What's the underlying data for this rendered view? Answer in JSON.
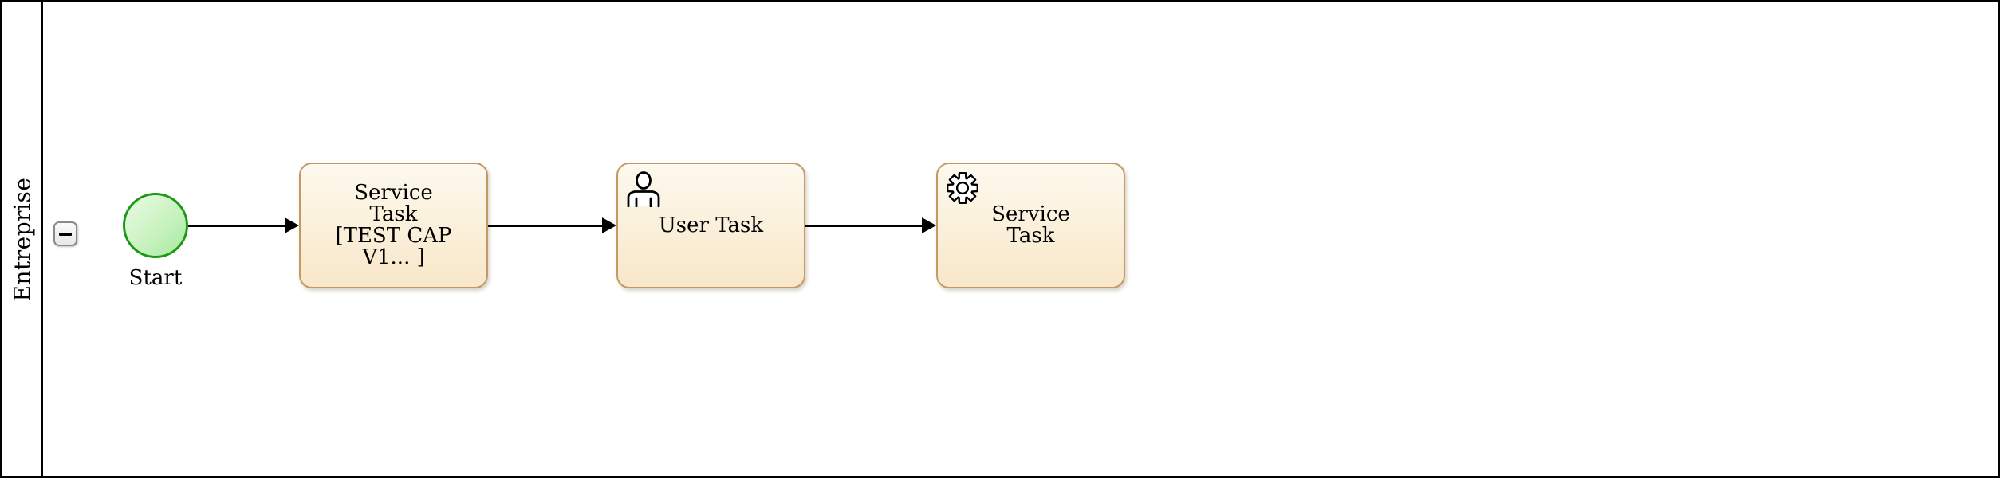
{
  "pool": {
    "label": "Entreprise",
    "collapse_icon": "minus-icon",
    "collapsed": false
  },
  "diagram": {
    "type": "bpmn-process",
    "start_event": {
      "label": "Start",
      "shape": "circle"
    },
    "tasks": [
      {
        "id": "task-1",
        "type": "service-task",
        "label": "Service\nTask\n[TEST CAP\nV1... ]",
        "icon": "none"
      },
      {
        "id": "task-2",
        "type": "user-task",
        "label": "User Task",
        "icon": "user-icon"
      },
      {
        "id": "task-3",
        "type": "service-task",
        "label": "Service\nTask",
        "icon": "gear-icon"
      }
    ],
    "flows": [
      {
        "from": "start-event",
        "to": "task-1"
      },
      {
        "from": "task-1",
        "to": "task-2"
      },
      {
        "from": "task-2",
        "to": "task-3"
      }
    ]
  },
  "colors": {
    "pool_border": "#000000",
    "task_border": "#c49a62",
    "task_fill_top": "#fdf9ee",
    "task_fill_bottom": "#f8e7c9",
    "event_border": "#1a9a16",
    "event_fill_top": "#eafbe6",
    "event_fill_bottom": "#a8e99e",
    "flow_line": "#000000",
    "text": "#000000"
  }
}
